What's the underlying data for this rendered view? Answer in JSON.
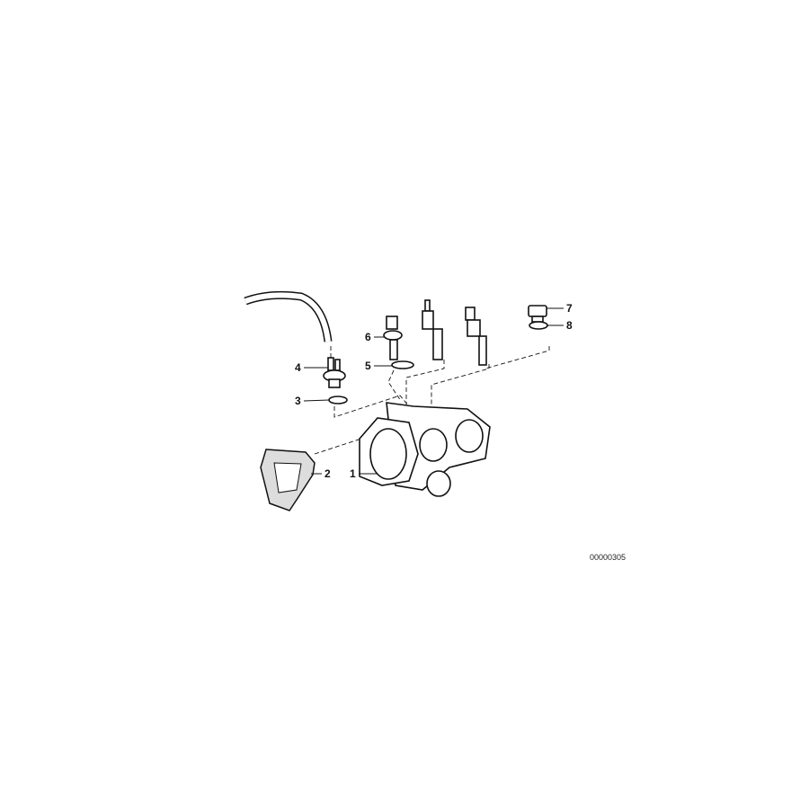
{
  "diagram": {
    "callouts": [
      {
        "number": "1",
        "part": "thermostat-housing"
      },
      {
        "number": "2",
        "part": "gasket"
      },
      {
        "number": "3",
        "part": "seal-ring"
      },
      {
        "number": "4",
        "part": "sensor"
      },
      {
        "number": "5",
        "part": "seal-ring"
      },
      {
        "number": "6",
        "part": "temperature-sensor"
      },
      {
        "number": "7",
        "part": "screw-plug"
      },
      {
        "number": "8",
        "part": "seal-ring"
      }
    ],
    "image_id": "00000305"
  }
}
